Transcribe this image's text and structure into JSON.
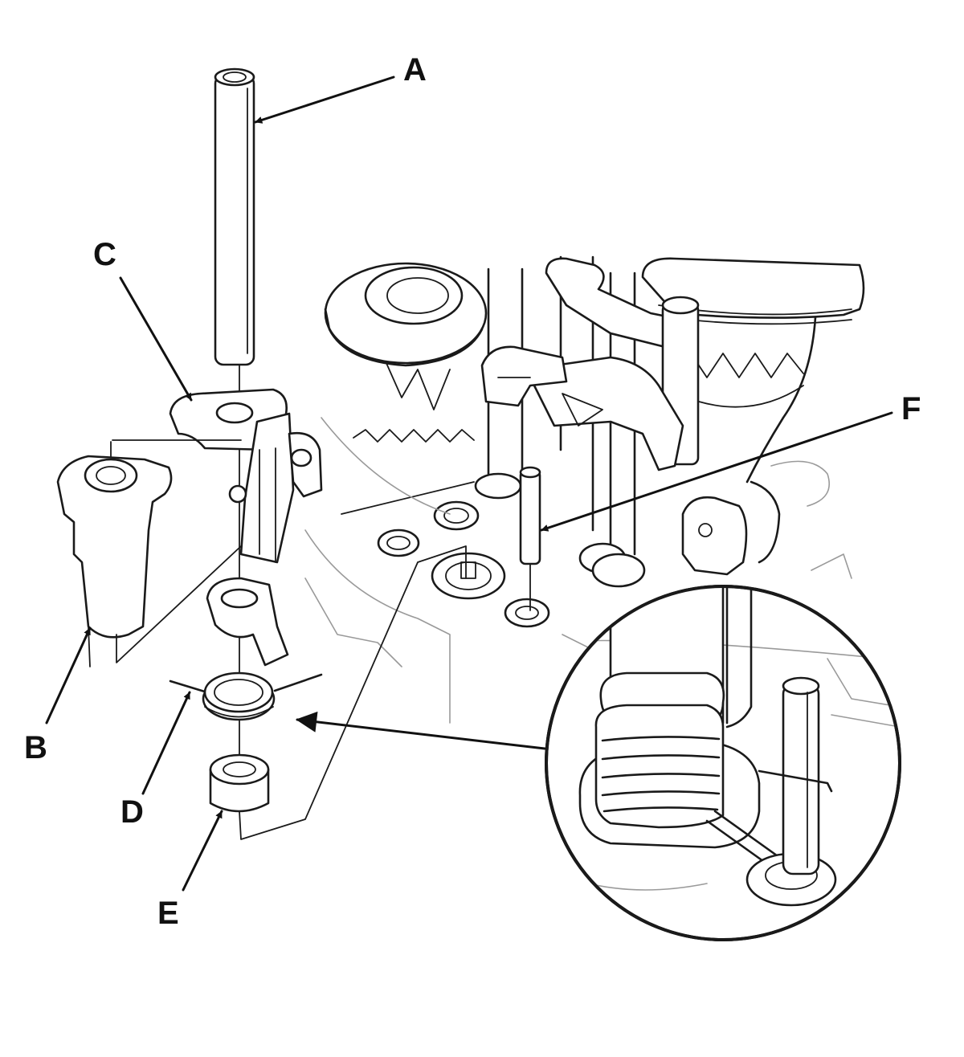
{
  "diagram": {
    "callouts": {
      "a": "A",
      "b": "B",
      "c": "C",
      "d": "D",
      "e": "E",
      "f": "F"
    },
    "colors": {
      "ink": "#1a1a1a",
      "faint": "#9a9a9a",
      "background": "#ffffff"
    }
  }
}
